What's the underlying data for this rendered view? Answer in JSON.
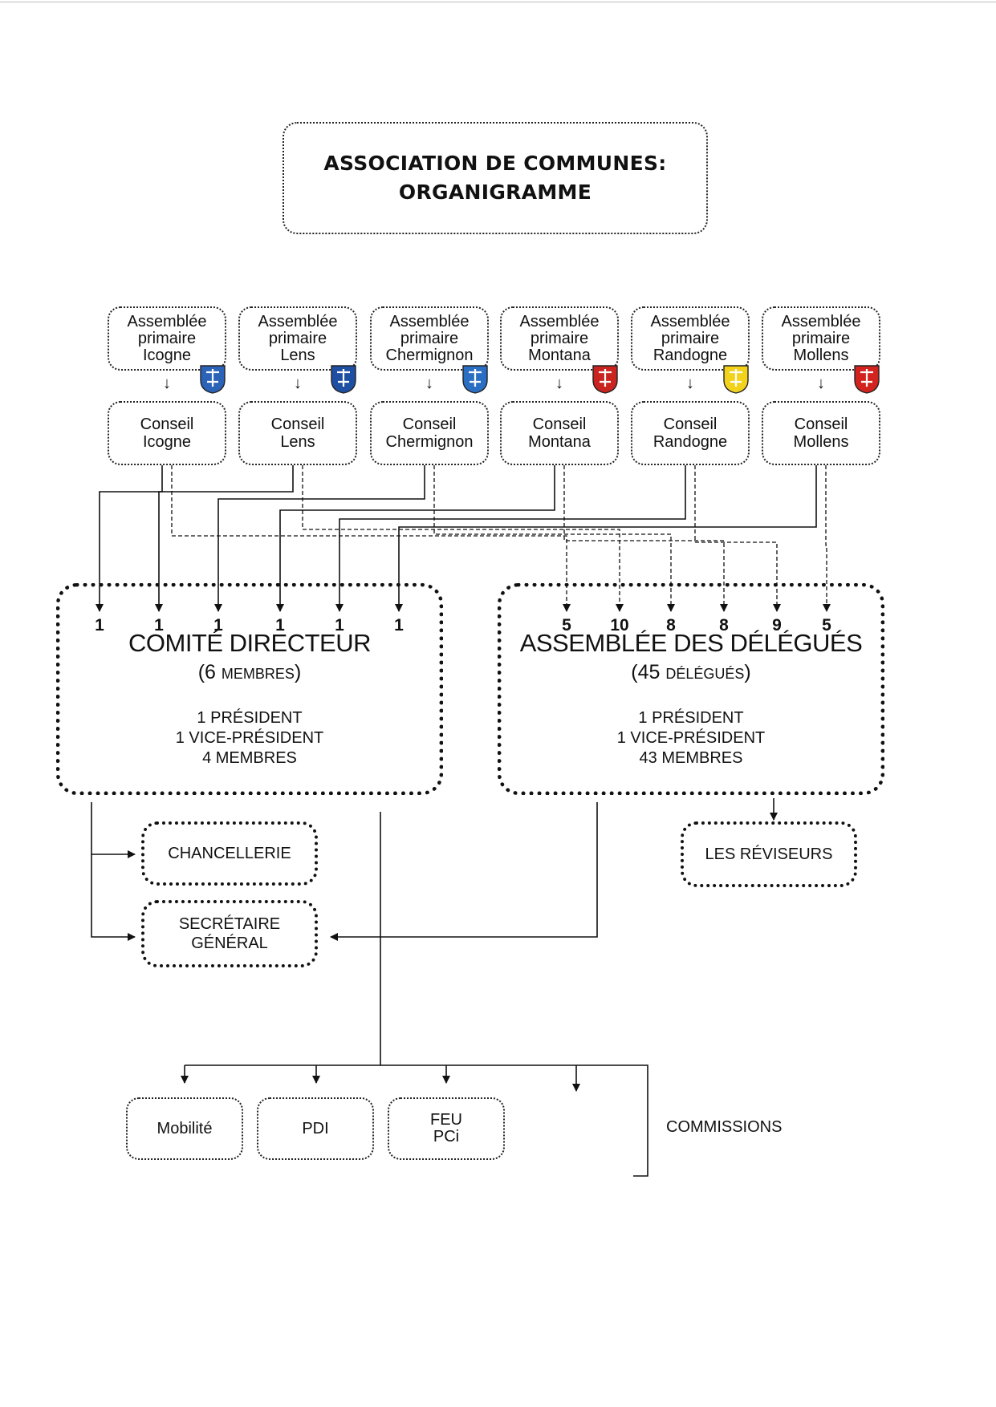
{
  "title": {
    "line1": "ASSOCIATION DE COMMUNES:",
    "line2": "ORGANIGRAMME"
  },
  "communes": [
    {
      "assemblee": [
        "Assemblée",
        "primaire",
        "Icogne"
      ],
      "conseil": [
        "Conseil",
        "Icogne"
      ],
      "crest": "icogne-crest-icon",
      "crest_color": "#2a63b8",
      "comite": "1",
      "delegues": "5"
    },
    {
      "assemblee": [
        "Assemblée",
        "primaire",
        "Lens"
      ],
      "conseil": [
        "Conseil",
        "Lens"
      ],
      "crest": "lens-crest-icon",
      "crest_color": "#1f4fa3",
      "comite": "1",
      "delegues": "10"
    },
    {
      "assemblee": [
        "Assemblée",
        "primaire",
        "Chermignon"
      ],
      "conseil": [
        "Conseil",
        "Chermignon"
      ],
      "crest": "chermignon-crest-icon",
      "crest_color": "#2b6fc4",
      "comite": "1",
      "delegues": "8"
    },
    {
      "assemblee": [
        "Assemblée",
        "primaire",
        "Montana"
      ],
      "conseil": [
        "Conseil",
        "Montana"
      ],
      "crest": "montana-crest-icon",
      "crest_color": "#c9241f",
      "comite": "1",
      "delegues": "8"
    },
    {
      "assemblee": [
        "Assemblée",
        "primaire",
        "Randogne"
      ],
      "conseil": [
        "Conseil",
        "Randogne"
      ],
      "crest": "randogne-crest-icon",
      "crest_color": "#f2d21b",
      "comite": "1",
      "delegues": "9"
    },
    {
      "assemblee": [
        "Assemblée",
        "primaire",
        "Mollens"
      ],
      "conseil": [
        "Conseil",
        "Mollens"
      ],
      "crest": "mollens-crest-icon",
      "crest_color": "#d2231e",
      "comite": "1",
      "delegues": "5"
    }
  ],
  "comite": {
    "title": "COMITÉ DIRECTEUR",
    "sub_open": "(6 ",
    "sub_small": "MEMBRES",
    "sub_close": ")",
    "roles": [
      "1 PRÉSIDENT",
      "1 VICE-PRÉSIDENT",
      "4 MEMBRES"
    ]
  },
  "assemblee": {
    "title": "ASSEMBLÉE DES DÉLÉGUÉS",
    "sub_open": "(45 ",
    "sub_small": "DÉLÉGUÉS",
    "sub_close": ")",
    "roles": [
      "1 PRÉSIDENT",
      "1 VICE-PRÉSIDENT",
      "43 MEMBRES"
    ]
  },
  "chancellerie": "CHANCELLERIE",
  "secretaire": [
    "SECRÉTAIRE",
    "GÉNÉRAL"
  ],
  "reviseurs": "LES RÉVISEURS",
  "commissions": {
    "label": "COMMISSIONS",
    "items": [
      [
        "Mobilité"
      ],
      [
        "PDI"
      ],
      [
        "FEU",
        "PCi"
      ]
    ]
  },
  "arrow_glyph": "↓"
}
